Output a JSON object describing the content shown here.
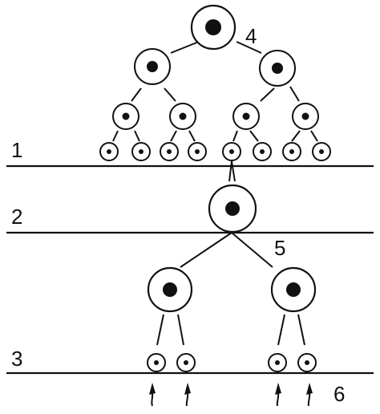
{
  "labels": {
    "stage_1": "1",
    "stage_2": "2",
    "stage_3": "3",
    "top_cell": "4",
    "division": "5",
    "sperm": "6"
  }
}
